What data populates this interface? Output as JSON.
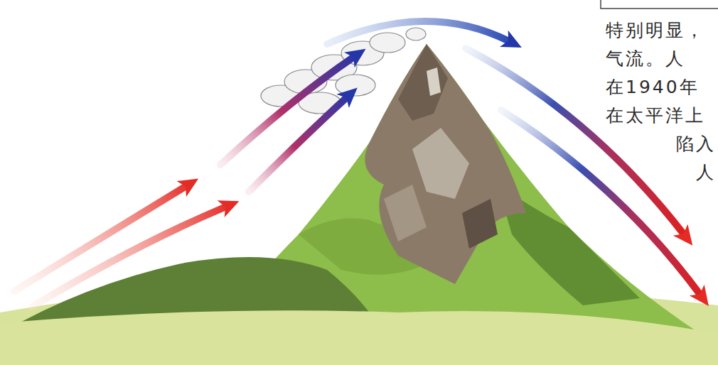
{
  "diagram": {
    "labels": [
      "特别明显，",
      "气流。人",
      "在1940年",
      "在太平洋上",
      "陷入",
      "人"
    ]
  }
}
